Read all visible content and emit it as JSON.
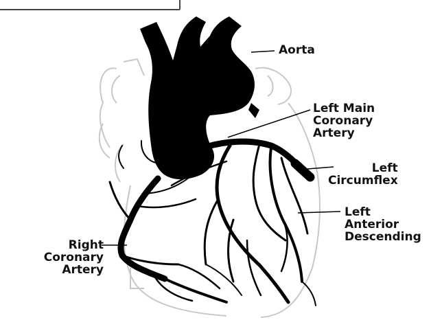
{
  "labels": {
    "aorta": "Aorta",
    "left_main_coronary_artery": "Left Main\nCoronary\nArtery",
    "left_circumflex": "Left\nCircumflex",
    "left_anterior_descending": "Left\nAnterior\nDescending",
    "right_coronary_artery": "Right\nCoronary\nArtery"
  },
  "colors": {
    "background": "#ffffff",
    "ink": "#111111",
    "vessel": "#000000",
    "outline_faint": "#c8c8c8"
  }
}
